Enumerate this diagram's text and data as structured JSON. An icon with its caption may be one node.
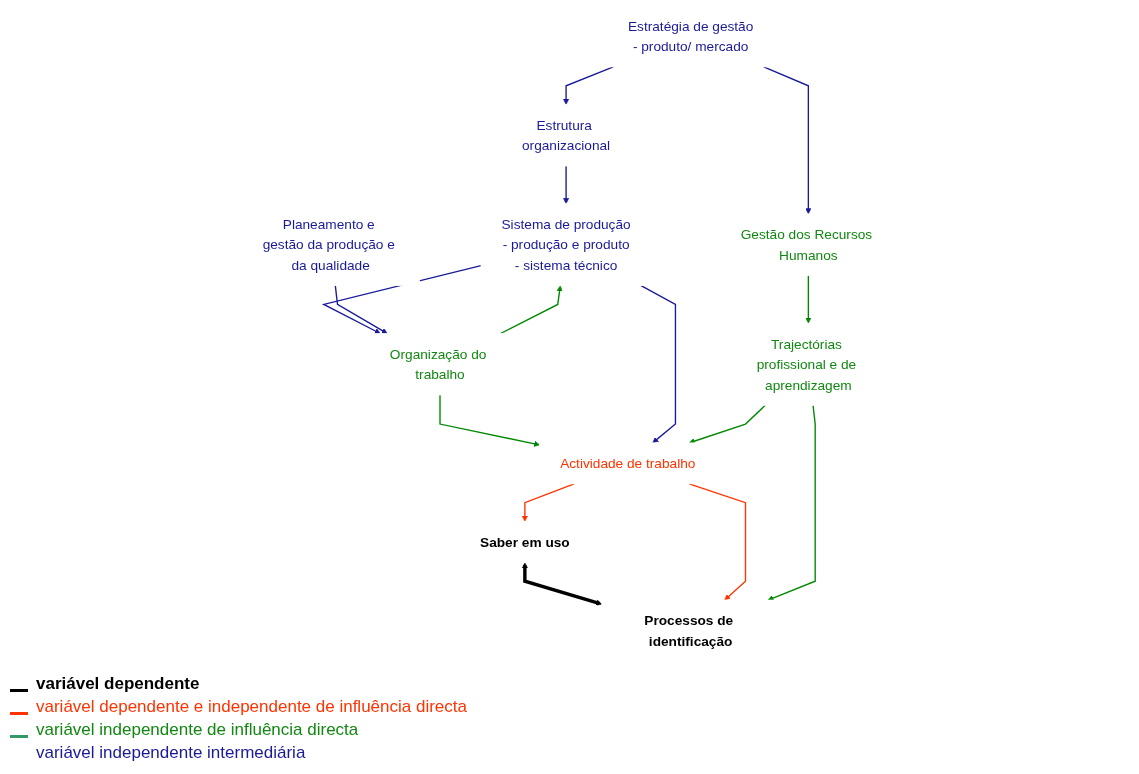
{
  "diagram": {
    "nodes": [
      {
        "text": [
          "Sistema de produção",
          "- produção e produto",
          "- sistema técnico"
        ]
      },
      {
        "text": [
          "Estrutura organizacional"
        ]
      },
      {
        "text": [
          "Estratégia de gestão",
          "- produto/ mercado"
        ]
      },
      {
        "text": [
          "Organização do trabalho"
        ]
      },
      {
        "text": [
          "Planeamento e gestão da produção e da qualidade"
        ]
      },
      {
        "text": [
          "Gestão dos Recursos Humanos"
        ]
      },
      {
        "text": [
          "Saber em uso"
        ]
      },
      {
        "text": [
          "Processos de identificação"
        ]
      },
      {
        "text": [
          "Actividade de trabalho"
        ]
      },
      {
        "text": [
          "Trajectórias profissional e de aprendizagem"
        ]
      }
    ],
    "edges": [
      {
        "from": 1,
        "to": 0,
        "arrow": "to"
      },
      {
        "from": 2,
        "to": 1,
        "arrow": "to"
      },
      {
        "from": 0,
        "to": 3,
        "arrow": "to"
      },
      {
        "from": 3,
        "to": 0,
        "arrow": "to",
        "color": "#008800"
      },
      {
        "from": 4,
        "to": 3,
        "arrow": "to"
      },
      {
        "from": 2,
        "to": 5,
        "arrow": "to"
      },
      {
        "from": 3,
        "to": 8,
        "arrow": "to",
        "color": "#008800"
      },
      {
        "from": 0,
        "to": 8,
        "arrow": "to"
      },
      {
        "from": 5,
        "to": 9,
        "arrow": "to",
        "color": "#008800"
      },
      {
        "from": 6,
        "to": 7,
        "arrow": "both",
        "style": "thick",
        "color": "#000000"
      },
      {
        "from": 8,
        "to": 6,
        "arrow": "to",
        "color": "#ff3300"
      },
      {
        "from": 8,
        "to": 7,
        "arrow": "to",
        "color": "#ff3300"
      },
      {
        "from": 9,
        "to": 7,
        "arrow": "to",
        "color": "#008800"
      },
      {
        "from": 9,
        "to": 8,
        "arrow": "to",
        "color": "#008800"
      }
    ],
    "legend": [
      {
        "text": "variável dependente",
        "color": "#000000"
      },
      {
        "text": "variável dependente e independente de influência directa",
        "color": "#ff3300"
      },
      {
        "text": "variável independente de influência directa",
        "color": "#339966"
      },
      {
        "text": "variável independente intermediária"
      }
    ]
  }
}
